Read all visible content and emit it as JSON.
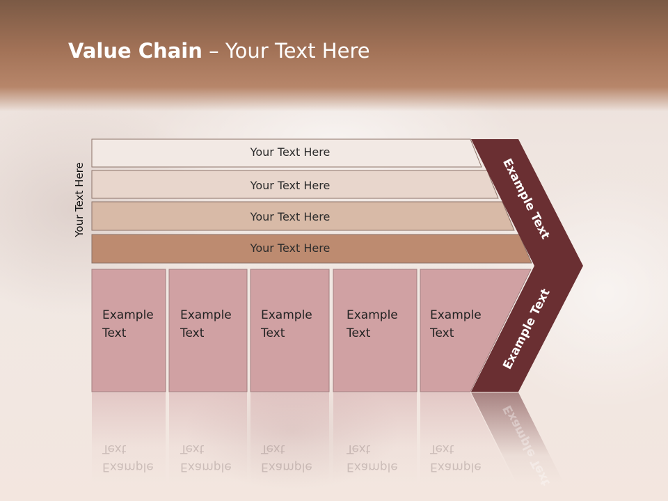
{
  "title": {
    "bold": "Value Chain",
    "separator": " – ",
    "rest": "Your Text Here"
  },
  "side_label": "Your Text Here",
  "support_bars": [
    "Your Text Here",
    "Your Text Here",
    "Your Text Here",
    "Your Text Here"
  ],
  "primary_boxes": [
    {
      "line1": "Example",
      "line2": "Text"
    },
    {
      "line1": "Example",
      "line2": "Text"
    },
    {
      "line1": "Example",
      "line2": "Text"
    },
    {
      "line1": "Example",
      "line2": "Text"
    },
    {
      "line1": "Example",
      "line2": "Text"
    }
  ],
  "chevron": {
    "upper": "Example Text",
    "lower": "Example Text"
  },
  "colors": {
    "bar1": "#f2e9e4",
    "bar2": "#e8d6cc",
    "bar3": "#d8baa7",
    "bar4": "#bd8b70",
    "box": "#d0a1a3",
    "chevron": "#6a2f32",
    "header": "#a27257"
  }
}
